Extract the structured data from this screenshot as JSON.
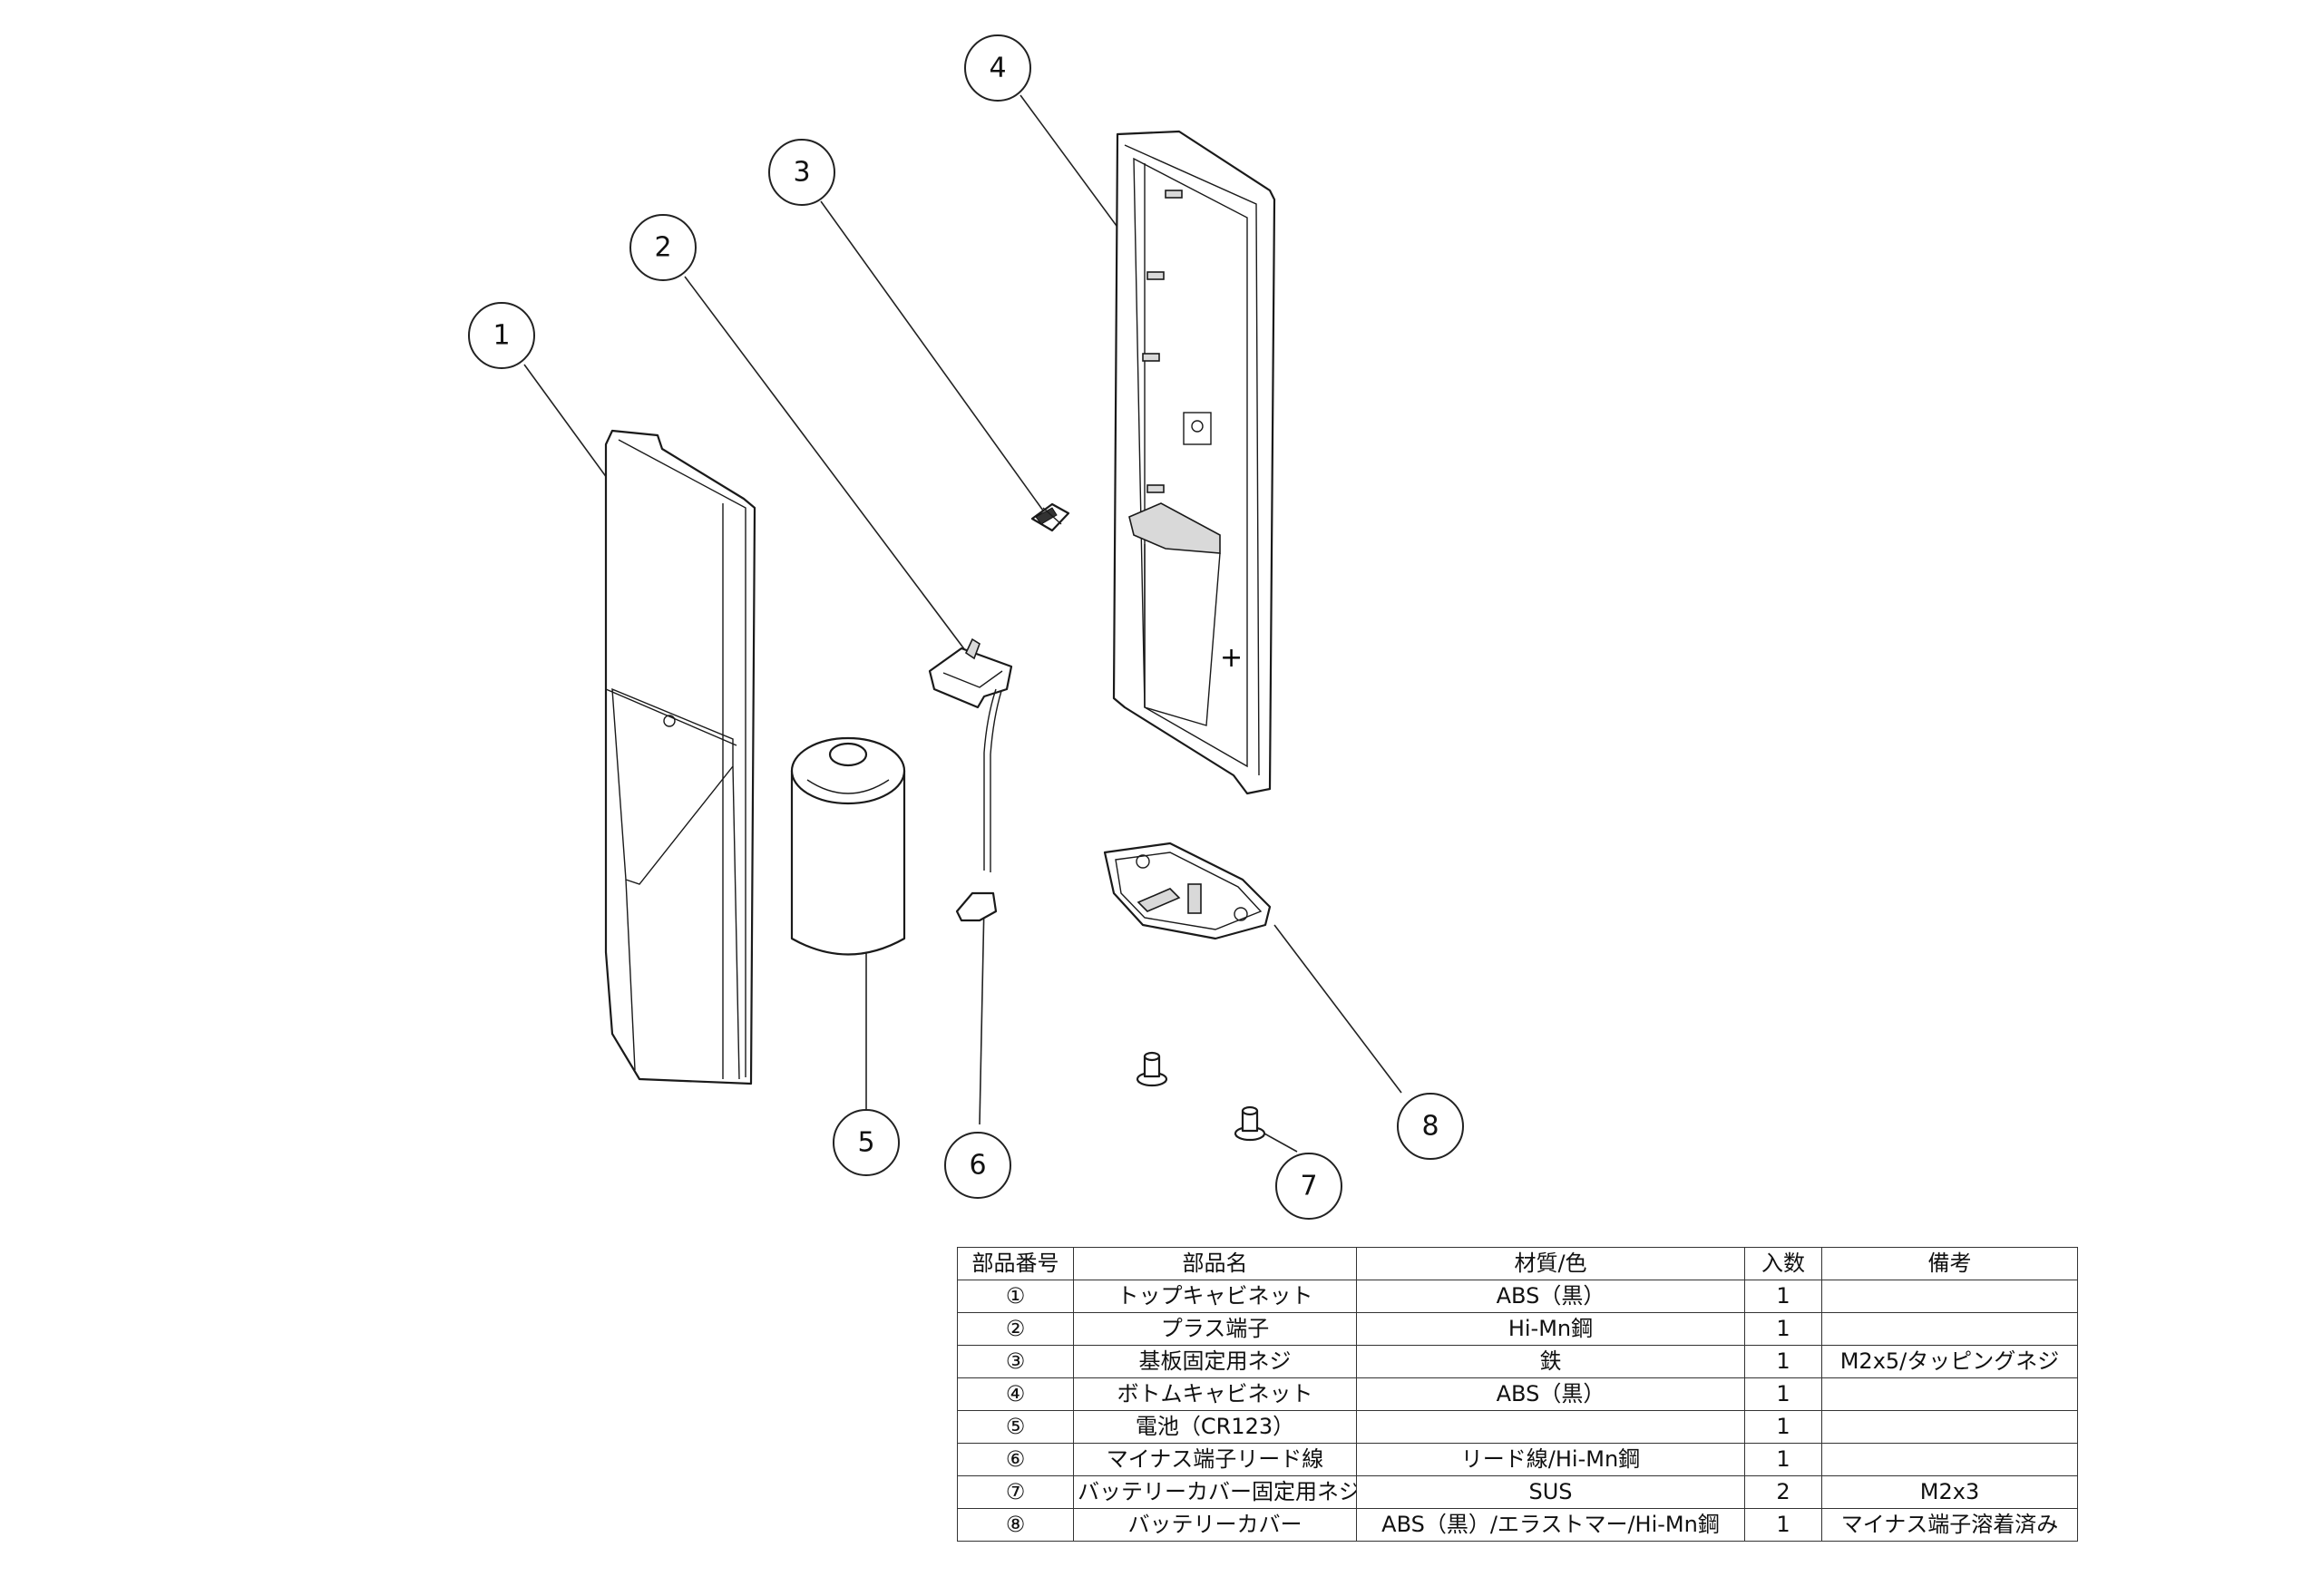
{
  "callouts": [
    "1",
    "2",
    "3",
    "4",
    "5",
    "6",
    "7",
    "8"
  ],
  "table": {
    "headers": [
      "部品番号",
      "部品名",
      "材質/色",
      "入数",
      "備考"
    ],
    "rows": [
      {
        "no": "①",
        "name": "トップキャビネット",
        "material": "ABS（黒）",
        "qty": "1",
        "note": ""
      },
      {
        "no": "②",
        "name": "プラス端子",
        "material": "Hi-Mn鋼",
        "qty": "1",
        "note": ""
      },
      {
        "no": "③",
        "name": "基板固定用ネジ",
        "material": "鉄",
        "qty": "1",
        "note": "M2x5/タッピングネジ"
      },
      {
        "no": "④",
        "name": "ボトムキャビネット",
        "material": "ABS（黒）",
        "qty": "1",
        "note": ""
      },
      {
        "no": "⑤",
        "name": "電池（CR123）",
        "material": "",
        "qty": "1",
        "note": ""
      },
      {
        "no": "⑥",
        "name": "マイナス端子リード線",
        "material": "リード線/Hi-Mn鋼",
        "qty": "1",
        "note": ""
      },
      {
        "no": "⑦",
        "name": "バッテリーカバー固定用ネジ",
        "material": "SUS",
        "qty": "2",
        "note": "M2x3"
      },
      {
        "no": "⑧",
        "name": "バッテリーカバー",
        "material": "ABS（黒）/エラストマー/Hi-Mn鋼",
        "qty": "1",
        "note": "マイナス端子溶着済み"
      }
    ]
  }
}
